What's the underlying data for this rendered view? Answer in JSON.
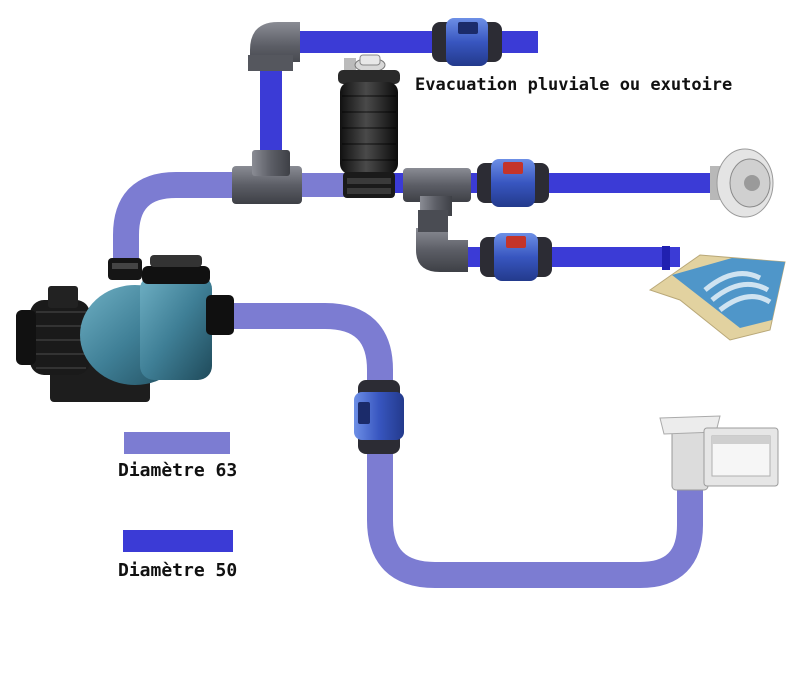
{
  "colors": {
    "diam63": "#7c7cd2",
    "diam50": "#3b3bd6",
    "pvc_grey": "#5f6068",
    "valve_blue": "#3f61c9",
    "pump_teal": "#3f7f96"
  },
  "labels": {
    "evacuation": "Evacuation pluviale ou exutoire",
    "legend_63": "Diamètre 63",
    "legend_50": "Diamètre 50"
  },
  "components": {
    "pump": "pump-icon",
    "filter": "sand-filter-icon",
    "return_nozzle": "return-nozzle-icon",
    "bottom_drain": "bottom-drain-icon",
    "skimmer": "skimmer-icon",
    "valve": "ball-valve-icon",
    "tee": "tee-fitting-icon",
    "elbow": "elbow-fitting-icon"
  }
}
